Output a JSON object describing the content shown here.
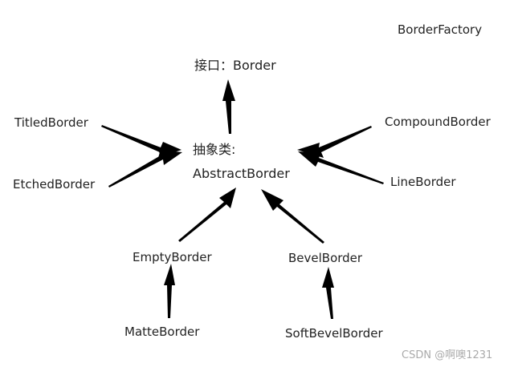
{
  "title": "BorderFactory",
  "nodes": {
    "interface": "接口：Border",
    "abstract_prefix": "抽象类:",
    "abstract_name": "AbstractBorder",
    "titled": "TitledBorder",
    "etched": "EtchedBorder",
    "compound": "CompoundBorder",
    "line": "LineBorder",
    "empty": "EmptyBorder",
    "bevel": "BevelBorder",
    "matte": "MatteBorder",
    "soft_bevel": "SoftBevelBorder"
  },
  "watermark": "CSDN @啊噢1231",
  "colors": {
    "arrow": "#000000",
    "text": "#222222",
    "watermark": "#aaaaaa"
  }
}
